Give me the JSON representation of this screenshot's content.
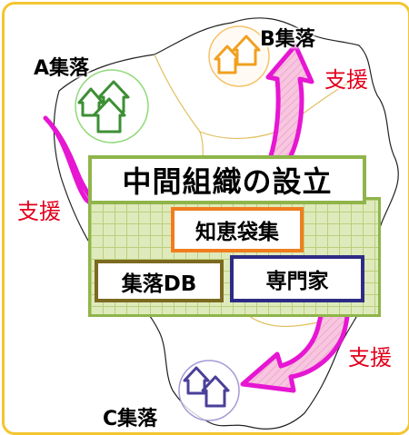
{
  "villages": {
    "a": {
      "label": "A集落",
      "color": "#3c8f34"
    },
    "b": {
      "label": "B集落",
      "color": "#f0a020"
    },
    "c": {
      "label": "C集落",
      "color": "#4a3f9a"
    }
  },
  "support_labels": [
    "支援",
    "支援",
    "支援"
  ],
  "center": {
    "title": "中間組織の設立",
    "knowledge": "知恵袋集",
    "village_db": "集落DB",
    "experts": "専門家"
  },
  "colors": {
    "frame": "#f4c531",
    "panel": "#8fb54a",
    "arrow_fill": "#f6b6d6",
    "arrow_stroke": "#e616d2",
    "support_text": "#e3001b"
  }
}
